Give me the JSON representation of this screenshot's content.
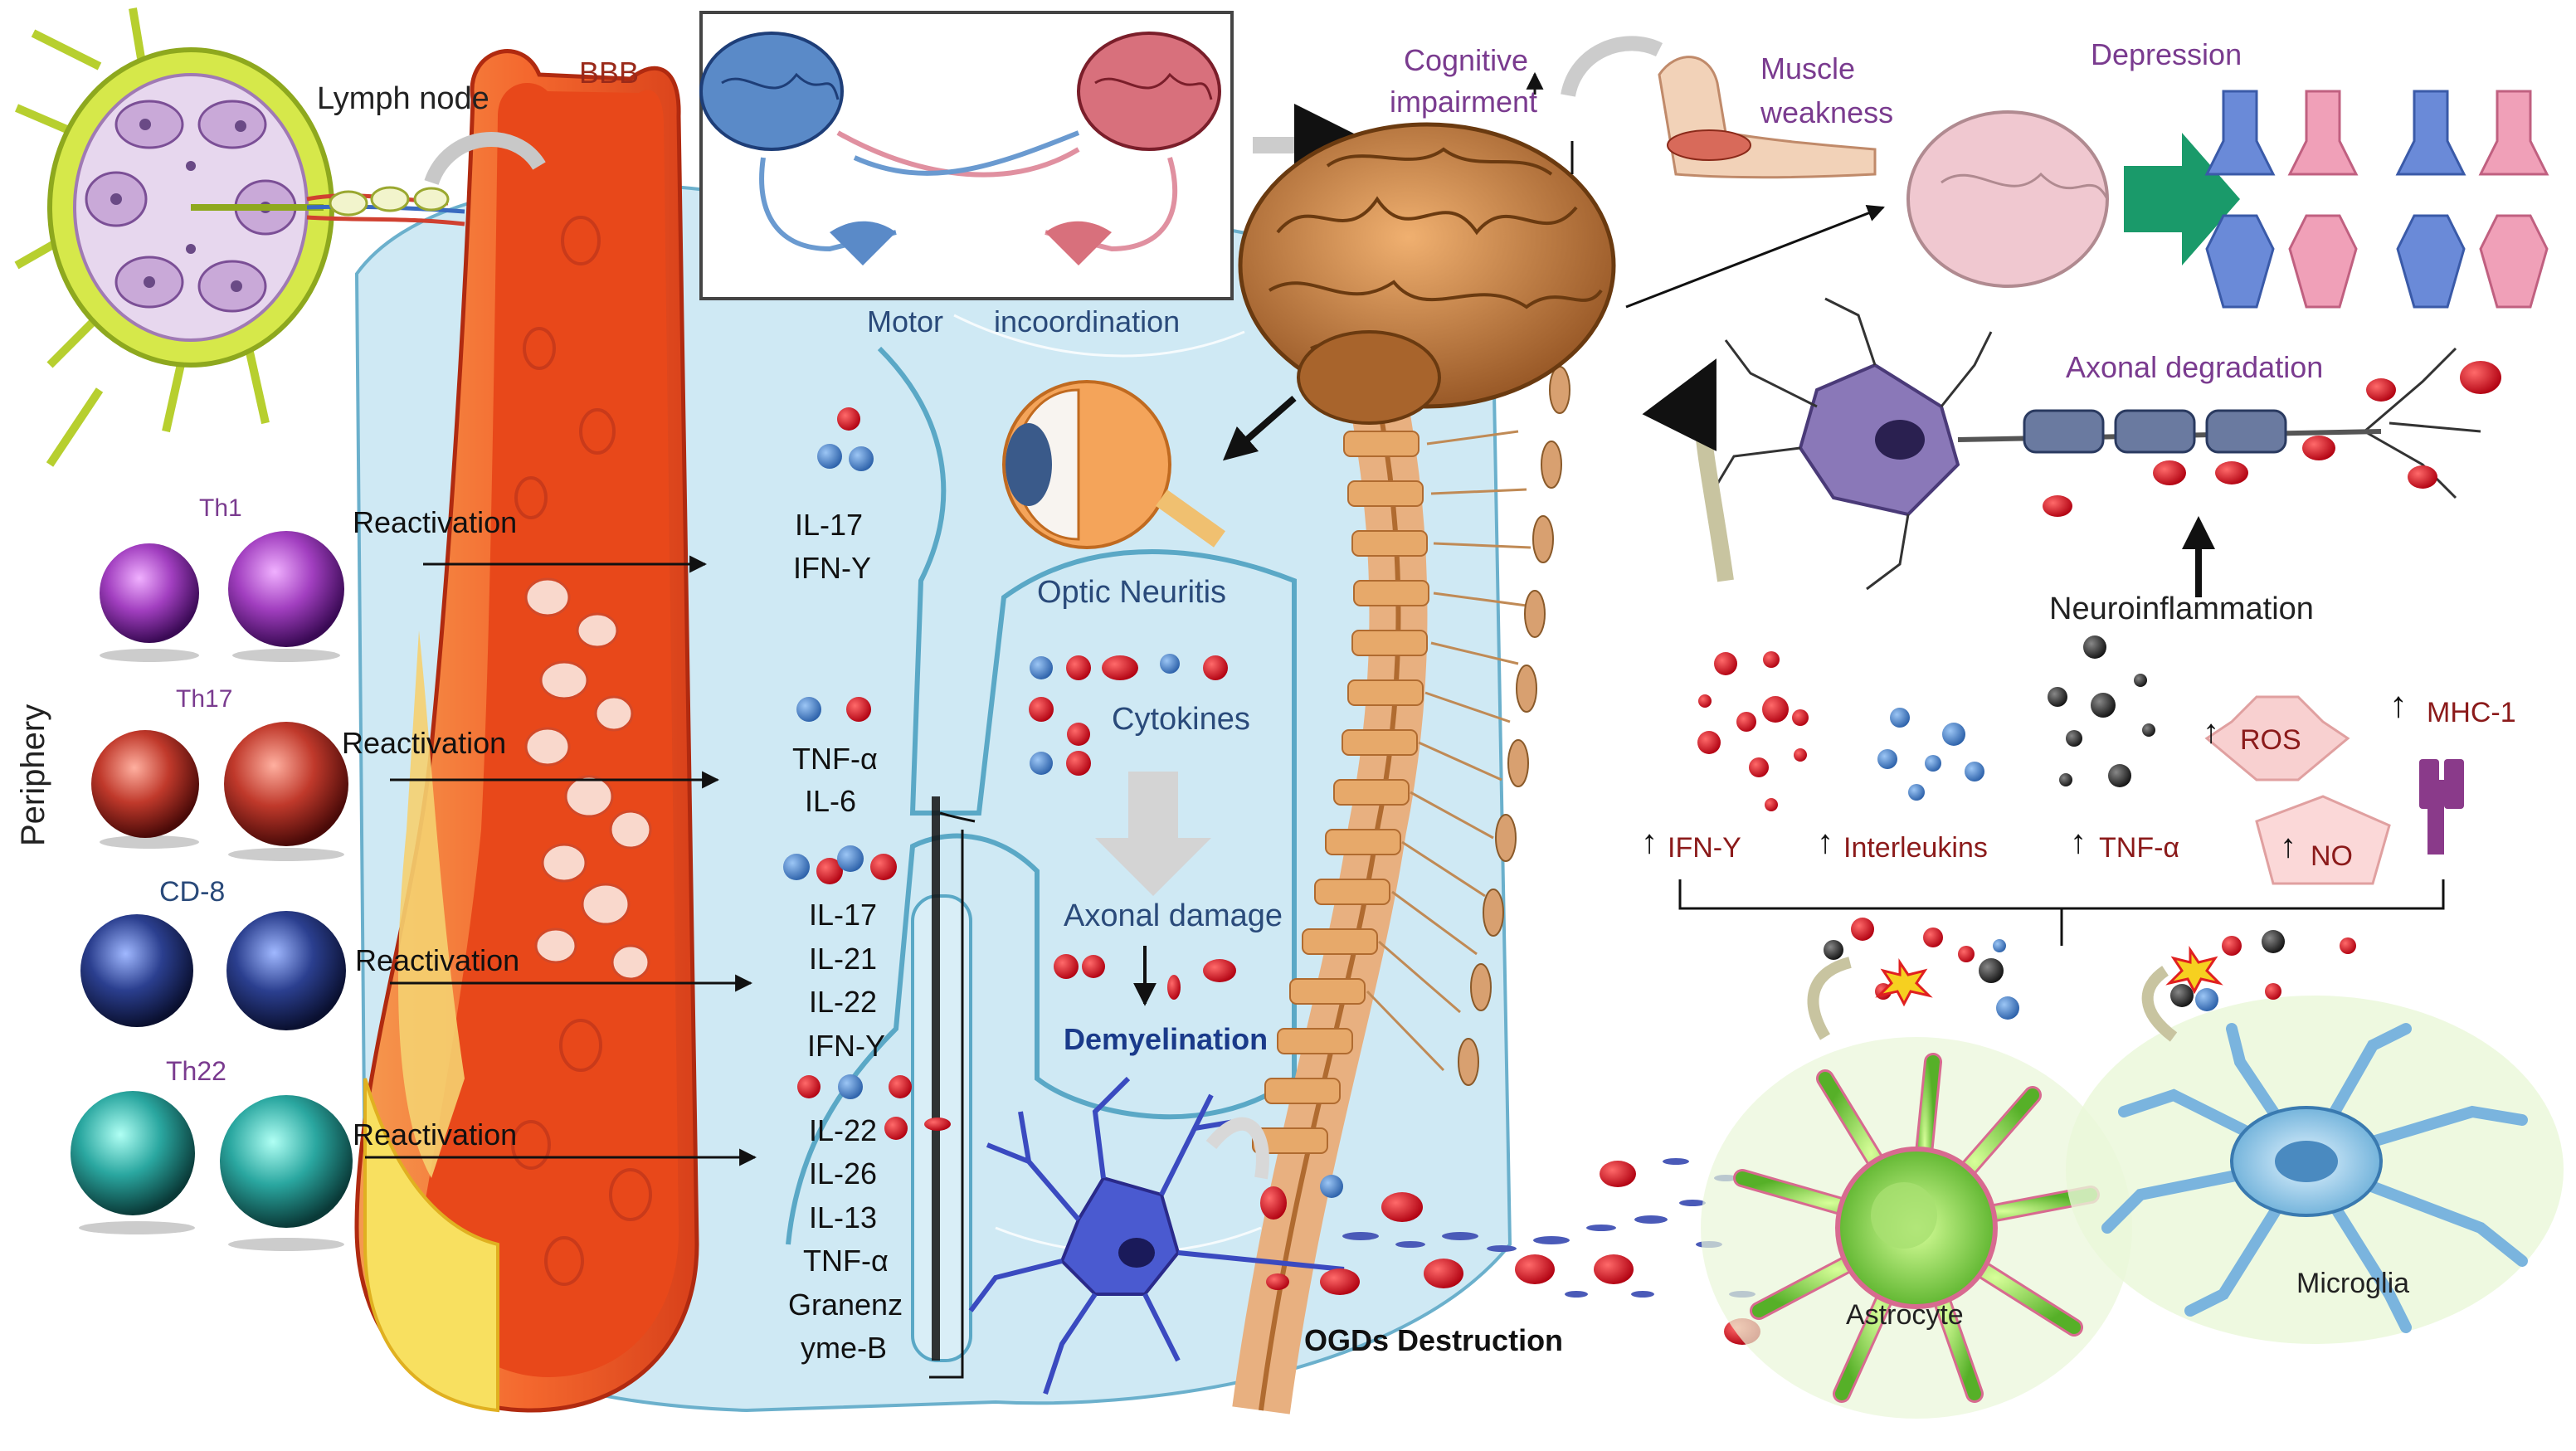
{
  "labels": {
    "lymph_node": "Lymph node",
    "bbb": "BBB",
    "motor": "Motor",
    "incoordination": "incoordination",
    "cognitive_impairment_1": "Cognitive",
    "cognitive_impairment_2": "impairment",
    "muscle_weakness_1": "Muscle",
    "muscle_weakness_2": "weakness",
    "depression": "Depression",
    "axonal_degradation": "Axonal degradation",
    "neuroinflammation": "Neuroinflammation",
    "optic_neuritis": "Optic Neuritis",
    "cytokines": "Cytokines",
    "axonal_damage": "Axonal damage",
    "demyelination": "Demyelination",
    "ogds_destruction": "OGDs Destruction",
    "astrocyte": "Astrocyte",
    "microglia": "Microglia",
    "periphery": "Periphery",
    "ros": "ROS",
    "no": "NO",
    "mhc1": "MHC-1",
    "ifn_y": "IFN-Y",
    "interleukins": "Interleukins",
    "tnf_a": "TNF-α",
    "up_arrow": "↑"
  },
  "cells": [
    {
      "name": "Th1",
      "reactivation": "Reactivation",
      "color": "#a23fc0"
    },
    {
      "name": "Th17",
      "reactivation": "Reactivation",
      "color": "#c0392b"
    },
    {
      "name": "CD-8",
      "reactivation": "Reactivation",
      "color": "#2b3f8f"
    },
    {
      "name": "Th22",
      "reactivation": "Reactivation",
      "color": "#2aa7a0"
    }
  ],
  "cytokine_groups": [
    [
      "IL-17",
      "IFN-Y"
    ],
    [
      "TNF-α",
      "IL-6"
    ],
    [
      "IL-17",
      "IL-21",
      "IL-22",
      "IFN-Y"
    ],
    [
      "IL-22",
      "IL-26",
      "IL-13",
      "TNF-α",
      "Granenz",
      "yme-B"
    ]
  ],
  "colors": {
    "vessel": "#f4682e",
    "vessel_dark": "#e8481a",
    "cns_blue": "#c7e6f2",
    "cns_blue_dark": "#5aa8c6",
    "red_particle": "#d0021b",
    "blue_particle": "#3f7fc6",
    "spine": "#e0a060",
    "brain": "#c07a40",
    "astrocyte": "#6ac43a",
    "microglia": "#8ac8e8",
    "label_purple": "#7a3b8f",
    "label_red": "#8b1a1a"
  }
}
